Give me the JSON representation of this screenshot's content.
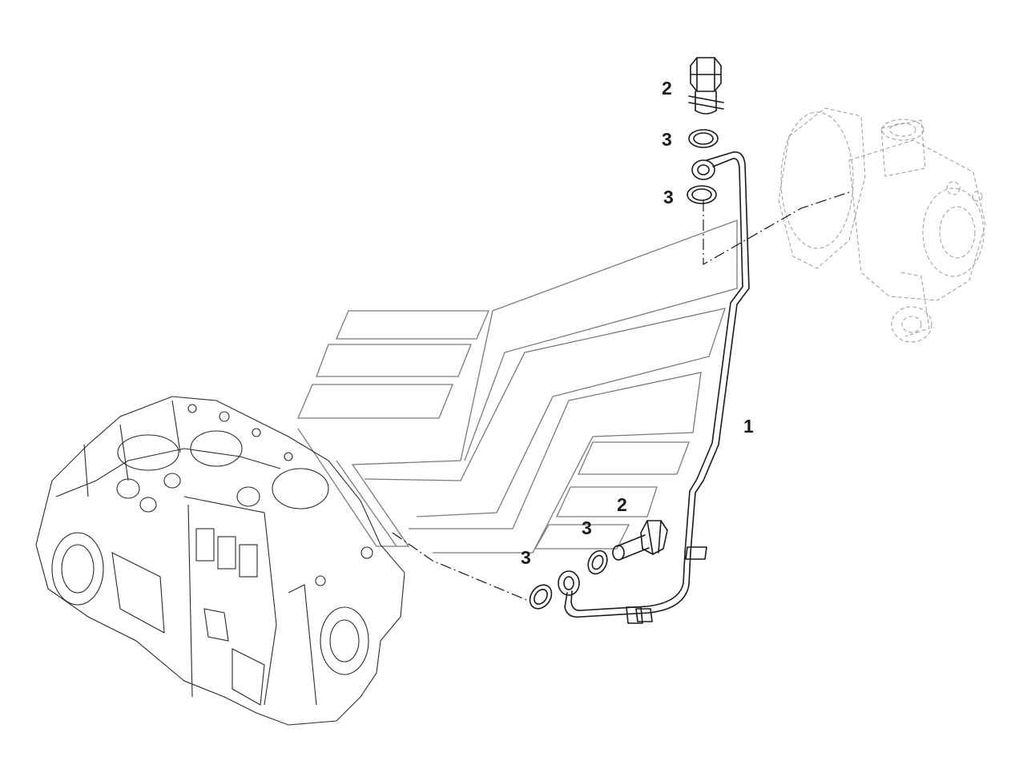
{
  "callouts": {
    "pipe": "1",
    "bolt_top": "2",
    "washer_top_1": "3",
    "washer_top_2": "3",
    "bolt_bottom": "2",
    "washer_bottom_1": "3",
    "washer_bottom_2": "3"
  },
  "colors": {
    "line": "#1a1a1a",
    "watermark": "#7a7a7a",
    "background": "#ffffff"
  }
}
